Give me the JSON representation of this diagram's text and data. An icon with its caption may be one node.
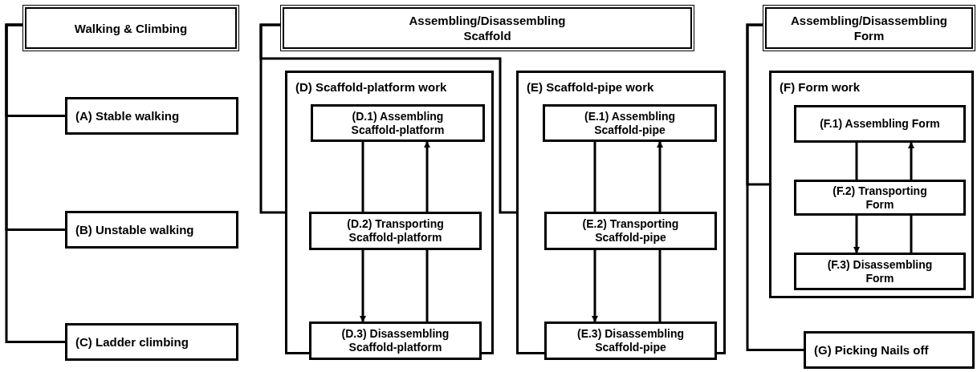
{
  "diagram": {
    "nodes": [
      {
        "text": [
          "Walking & Climbing"
        ]
      },
      {
        "text": [
          "(A) Stable walking"
        ]
      },
      {
        "text": [
          "(B) Unstable walking"
        ]
      },
      {
        "text": [
          "(C) Ladder climbing"
        ]
      },
      {
        "text": [
          "Assembling/Disassembling Scaffold"
        ]
      },
      {
        "text": [
          "(D) Scaffold-platform work"
        ]
      },
      {
        "text": [
          "(D.1) Assembling Scaffold-platform"
        ],
        "in": 5
      },
      {
        "text": [
          "(D.2) Transporting Scaffold-platform"
        ],
        "in": 5
      },
      {
        "text": [
          "(D.3) Disassembling Scaffold-platform"
        ],
        "in": 5
      },
      {
        "text": [
          "(E) Scaffold-pipe work"
        ]
      },
      {
        "text": [
          "(E.1) Assembling Scaffold-pipe"
        ],
        "in": 9
      },
      {
        "text": [
          "(E.2) Transporting Scaffold-pipe"
        ],
        "in": 9
      },
      {
        "text": [
          "(E.3) Disassembling Scaffold-pipe"
        ],
        "in": 9
      },
      {
        "text": [
          "Assembling/Disassembling Form"
        ]
      },
      {
        "text": [
          "(F) Form work"
        ]
      },
      {
        "text": [
          "(F.1) Assembling Form"
        ],
        "in": 14
      },
      {
        "text": [
          "(F.2) Transporting Form"
        ],
        "in": 14
      },
      {
        "text": [
          "(F.3) Disassembling Form"
        ],
        "in": 14
      },
      {
        "text": [
          "(G) Picking Nails off"
        ]
      }
    ],
    "edges": [
      {
        "from": 0,
        "to": 1,
        "arrow": "none"
      },
      {
        "from": 0,
        "to": 2,
        "arrow": "none"
      },
      {
        "from": 0,
        "to": 3,
        "arrow": "none"
      },
      {
        "from": 4,
        "to": 5,
        "arrow": "none"
      },
      {
        "from": 4,
        "to": 9,
        "arrow": "none"
      },
      {
        "from": 6,
        "to": 7,
        "arrow": "none"
      },
      {
        "from": 7,
        "to": 8,
        "arrow": "to"
      },
      {
        "from": 8,
        "to": 7,
        "arrow": "none"
      },
      {
        "from": 7,
        "to": 6,
        "arrow": "to"
      },
      {
        "from": 10,
        "to": 11,
        "arrow": "none"
      },
      {
        "from": 11,
        "to": 12,
        "arrow": "to"
      },
      {
        "from": 12,
        "to": 11,
        "arrow": "none"
      },
      {
        "from": 11,
        "to": 10,
        "arrow": "to"
      },
      {
        "from": 13,
        "to": 14,
        "arrow": "none"
      },
      {
        "from": 13,
        "to": 18,
        "arrow": "none"
      },
      {
        "from": 15,
        "to": 16,
        "arrow": "none"
      },
      {
        "from": 16,
        "to": 17,
        "arrow": "to"
      },
      {
        "from": 17,
        "to": 16,
        "arrow": "none"
      },
      {
        "from": 16,
        "to": 15,
        "arrow": "to"
      }
    ]
  }
}
